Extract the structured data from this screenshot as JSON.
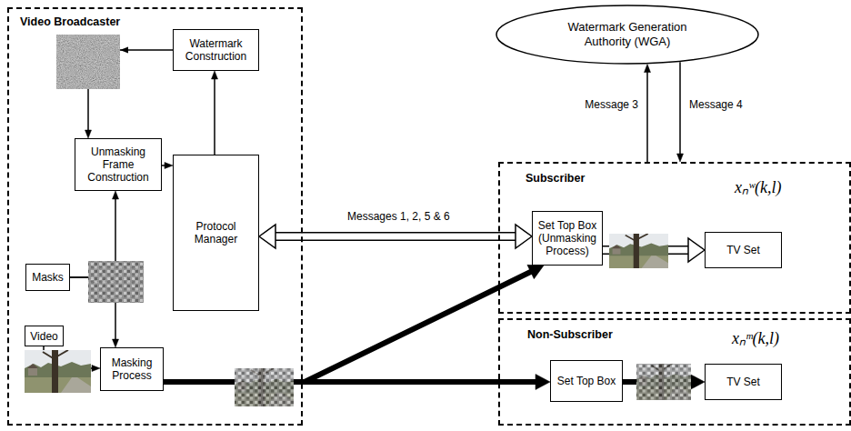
{
  "diagram": {
    "nodes": [
      {
        "text": [
          "Video Broadcaster"
        ]
      },
      {
        "text": [
          "Watermark Construction"
        ],
        "in": 0
      },
      {
        "text": [
          "Unmasking Frame Construction"
        ],
        "in": 0
      },
      {
        "text": [
          "Protocol Manager"
        ],
        "in": 0
      },
      {
        "text": [
          "Masks"
        ],
        "in": 0
      },
      {
        "text": [
          "Video"
        ],
        "in": 0
      },
      {
        "text": [
          "Masking Process"
        ],
        "in": 0
      },
      {
        "text": [
          "Watermark Generation Authority (WGA)"
        ]
      },
      {
        "text": [
          "Subscriber"
        ]
      },
      {
        "text": [
          "Set Top Box (Unmasking Process)"
        ],
        "in": 8
      },
      {
        "text": [
          "TV Set"
        ],
        "in": 8
      },
      {
        "text": [
          "Non-Subscriber"
        ]
      },
      {
        "text": [
          "Set Top Box"
        ],
        "in": 11
      },
      {
        "text": [
          "TV Set"
        ],
        "in": 11
      }
    ],
    "edges": [
      {
        "from": 1,
        "to": 2,
        "arrow": "to"
      },
      {
        "from": 2,
        "to": 3,
        "arrow": "to"
      },
      {
        "from": 3,
        "to": 1,
        "arrow": "to"
      },
      {
        "from": 4,
        "to": 2,
        "arrow": "to"
      },
      {
        "from": 4,
        "to": 6,
        "arrow": "to"
      },
      {
        "from": 5,
        "to": 6,
        "arrow": "to"
      },
      {
        "from": 6,
        "to": 9,
        "arrow": "to"
      },
      {
        "from": 6,
        "to": 12,
        "arrow": "to"
      },
      {
        "from": 3,
        "to": 9,
        "label": "Messages 1, 2, 5 & 6",
        "arrow": "both"
      },
      {
        "from": 8,
        "to": 7,
        "label": "Message 3",
        "arrow": "to"
      },
      {
        "from": 7,
        "to": 8,
        "label": "Message 4",
        "arrow": "to"
      },
      {
        "from": 9,
        "to": 10,
        "arrow": "to"
      },
      {
        "from": 12,
        "to": 13,
        "arrow": "to"
      }
    ],
    "labels": [
      "xₙʷ(k,l)",
      "xₙᵐ(k,l)"
    ]
  }
}
